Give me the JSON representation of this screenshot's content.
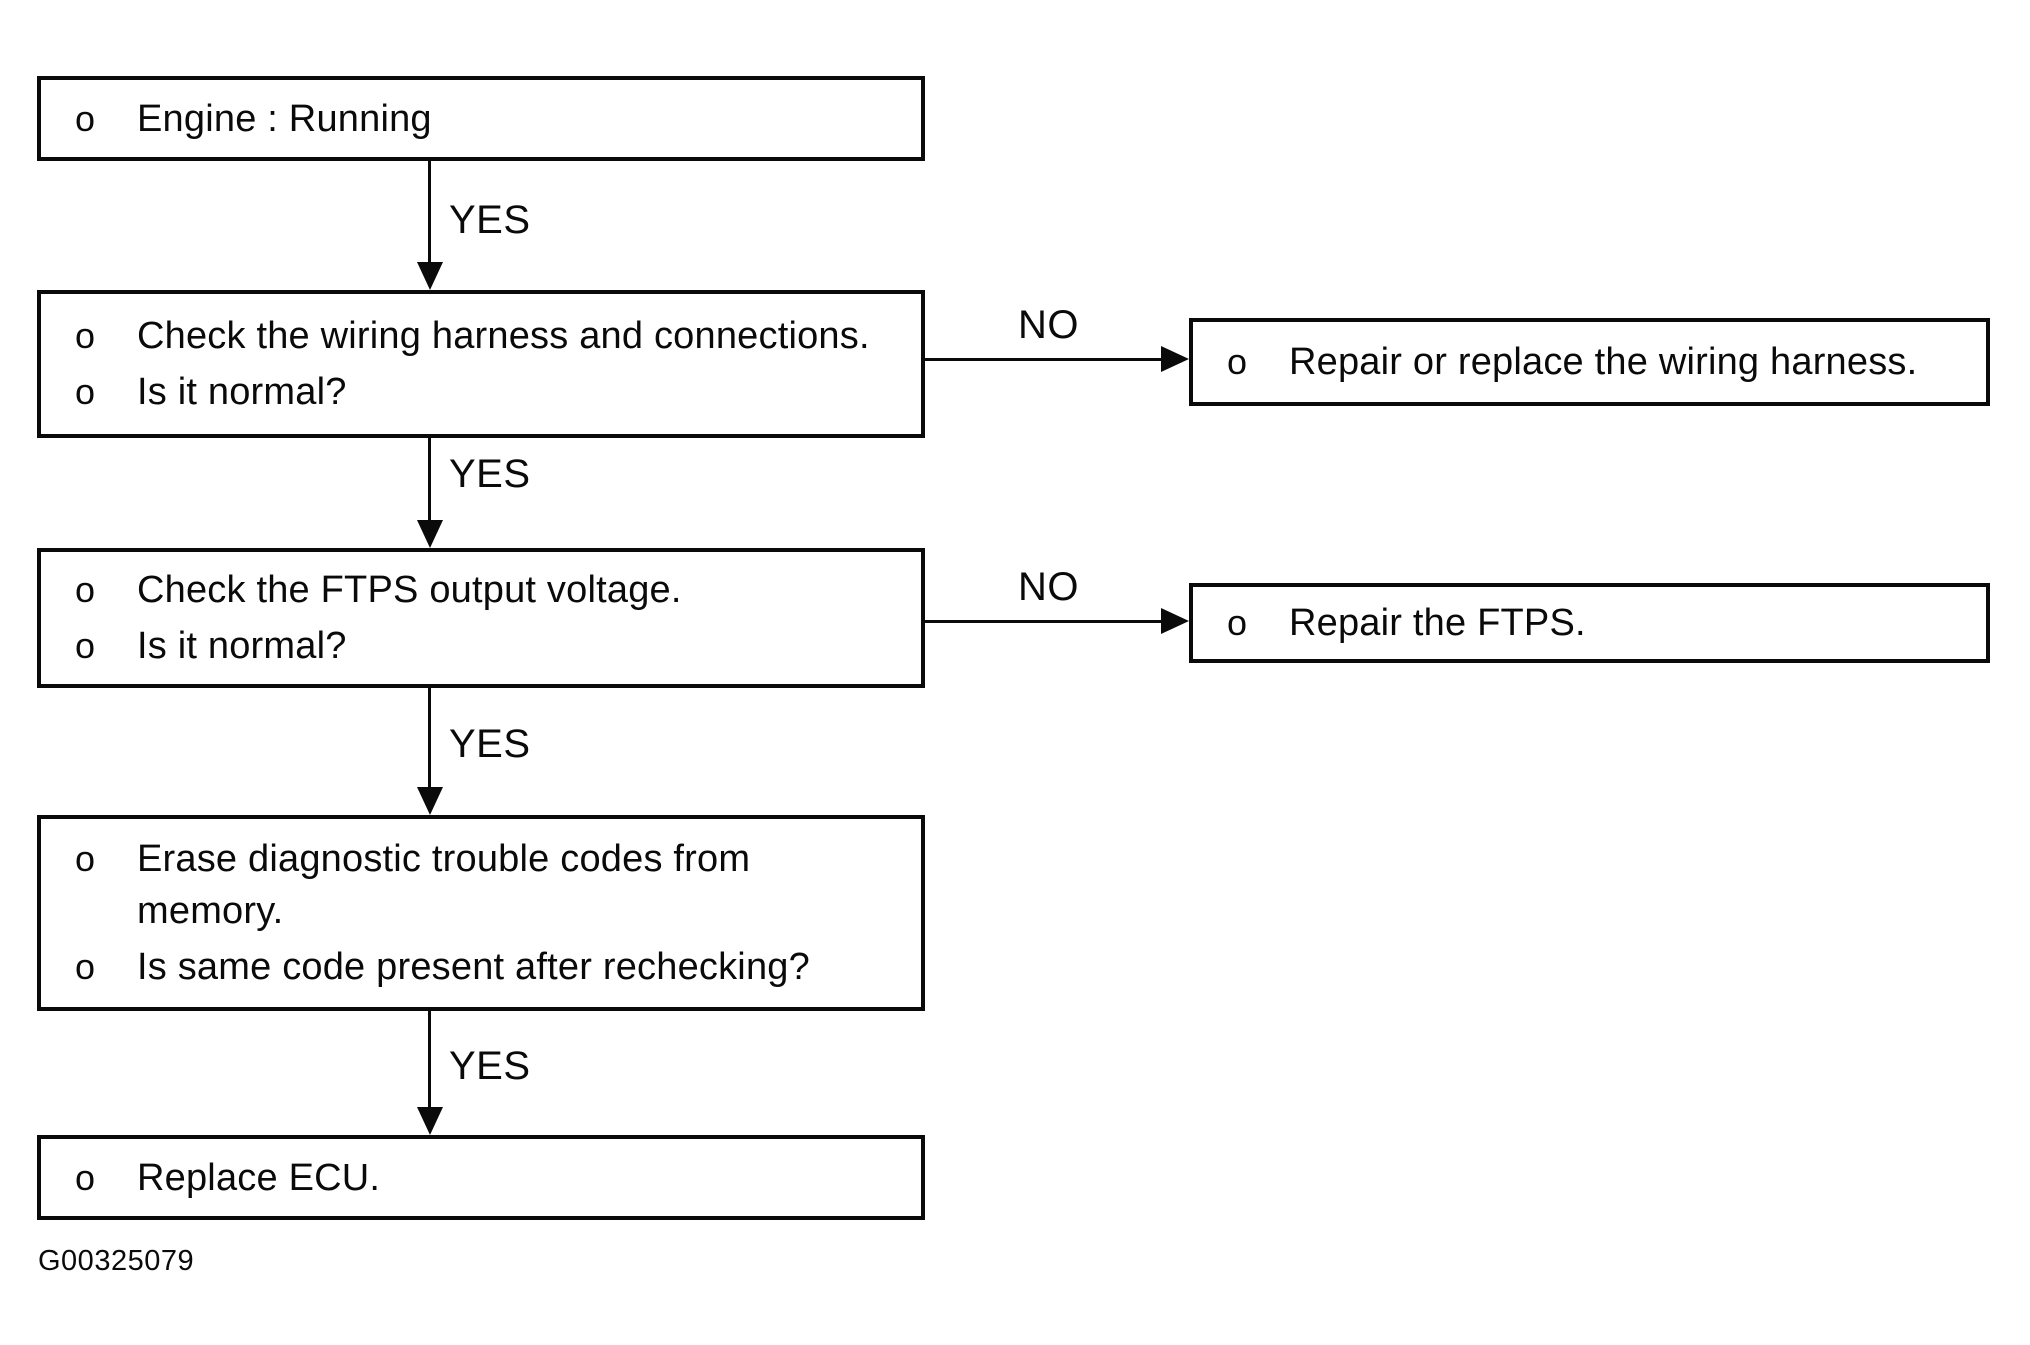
{
  "diagram": {
    "figure_id": "G00325079",
    "bullet": "o",
    "labels": {
      "yes": "YES",
      "no": "NO"
    },
    "colors": {
      "line": "#0a0a0a",
      "background": "#ffffff",
      "text": "#0a0a0a"
    },
    "boxes": {
      "engine": {
        "items": [
          "Engine : Running"
        ]
      },
      "check_wiring": {
        "items": [
          "Check the wiring harness and connections.",
          "Is it normal?"
        ]
      },
      "repair_wiring": {
        "items": [
          "Repair or replace the wiring harness."
        ]
      },
      "check_ftps": {
        "items": [
          "Check the FTPS output voltage.",
          "Is it normal?"
        ]
      },
      "repair_ftps": {
        "items": [
          "Repair the FTPS."
        ]
      },
      "erase_codes": {
        "items": [
          "Erase diagnostic trouble codes from memory.",
          "Is same code present after rechecking?"
        ]
      },
      "replace_ecu": {
        "items": [
          "Replace ECU."
        ]
      }
    },
    "edges": [
      {
        "from": "engine",
        "to": "check_wiring",
        "label": "YES"
      },
      {
        "from": "check_wiring",
        "to": "check_ftps",
        "label": "YES"
      },
      {
        "from": "check_wiring",
        "to": "repair_wiring",
        "label": "NO"
      },
      {
        "from": "check_ftps",
        "to": "erase_codes",
        "label": "YES"
      },
      {
        "from": "check_ftps",
        "to": "repair_ftps",
        "label": "NO"
      },
      {
        "from": "erase_codes",
        "to": "replace_ecu",
        "label": "YES"
      }
    ]
  }
}
